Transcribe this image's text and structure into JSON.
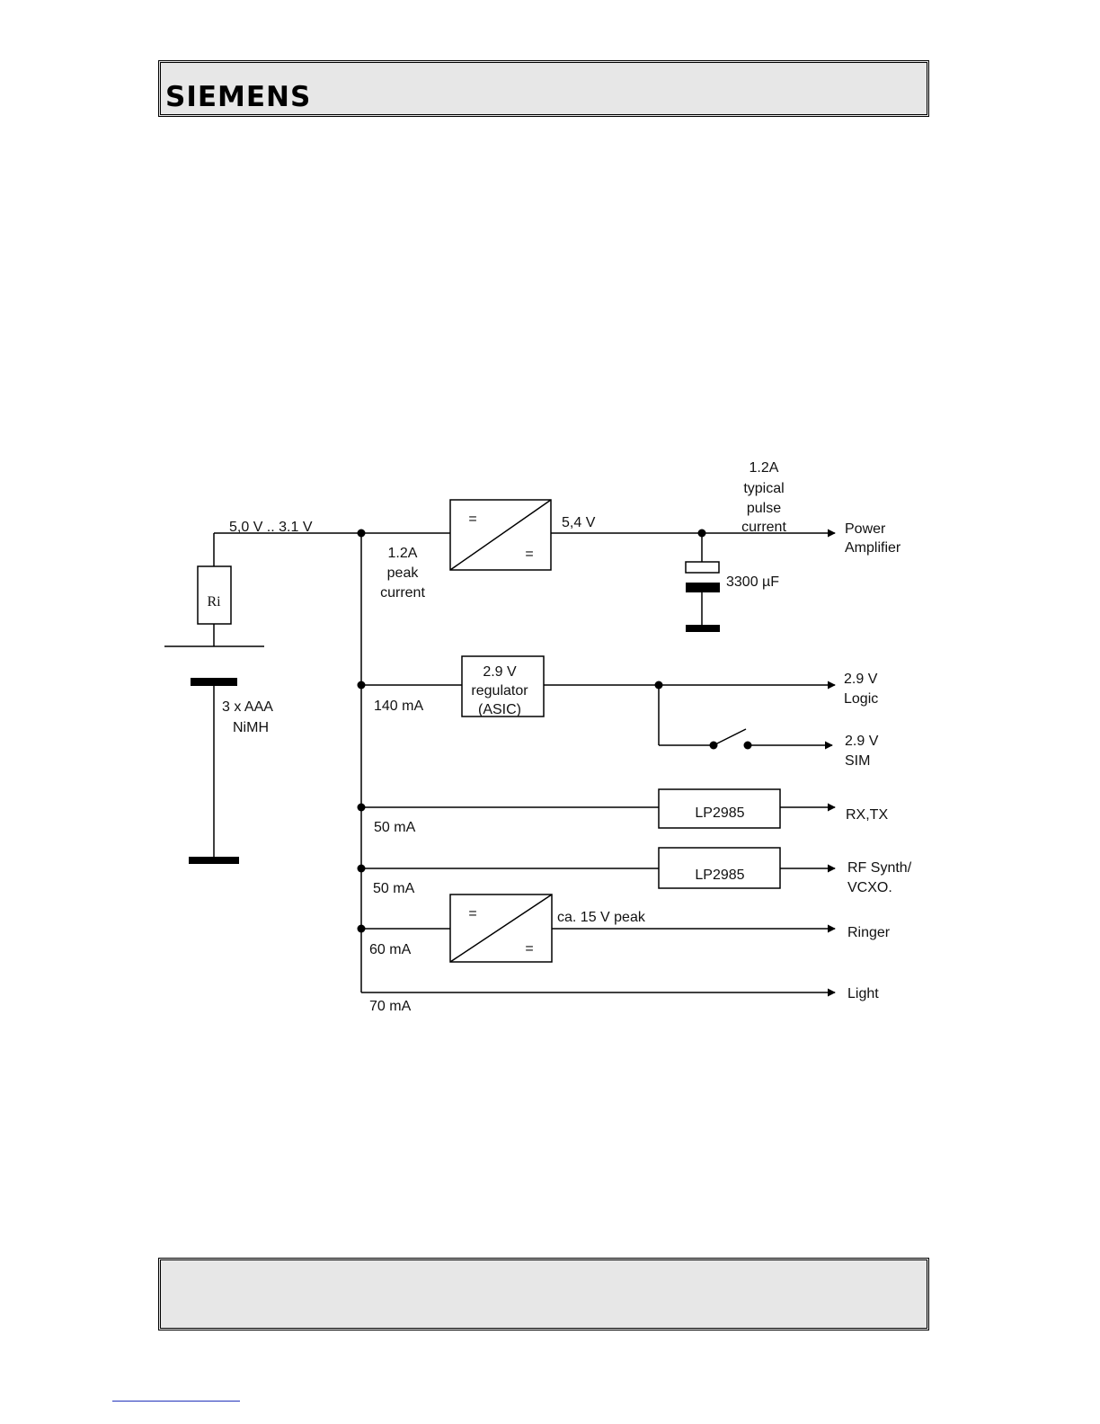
{
  "header": {
    "brand": "SIEMENS"
  },
  "diagram": {
    "battery": {
      "resistor": "Ri",
      "line1": "3 x AAA",
      "line2": "NiMH"
    },
    "supply_range": "5,0 V .. 3.1 V",
    "peak": {
      "line1": "1.2A",
      "line2": "peak",
      "line3": "current"
    },
    "boost_out": "5,4 V",
    "pulse": {
      "line1": "1.2A",
      "line2": "typical",
      "line3": "pulse",
      "line4": "current"
    },
    "capacitor": "3300 µF",
    "regulator": {
      "line1": "2.9 V",
      "line2": "regulator",
      "line3": "(ASIC)"
    },
    "ldo1": "LP2985",
    "ldo2": "LP2985",
    "ringer_peak": "ca. 15 V peak",
    "currents": {
      "logic": "140 mA",
      "rxtx": "50 mA",
      "rfsynth": "50 mA",
      "ringer": "60 mA",
      "light": "70 mA"
    },
    "outputs": {
      "pa": {
        "line1": "Power",
        "line2": "Amplifier"
      },
      "logic": {
        "line1": "2.9 V",
        "line2": "Logic"
      },
      "sim": {
        "line1": "2.9 V",
        "line2": "SIM"
      },
      "rxtx": "RX,TX",
      "rfsynth": {
        "line1": "RF Synth/",
        "line2": "VCXO."
      },
      "ringer": "Ringer",
      "light": "Light"
    },
    "dcdc_symbol": "="
  }
}
